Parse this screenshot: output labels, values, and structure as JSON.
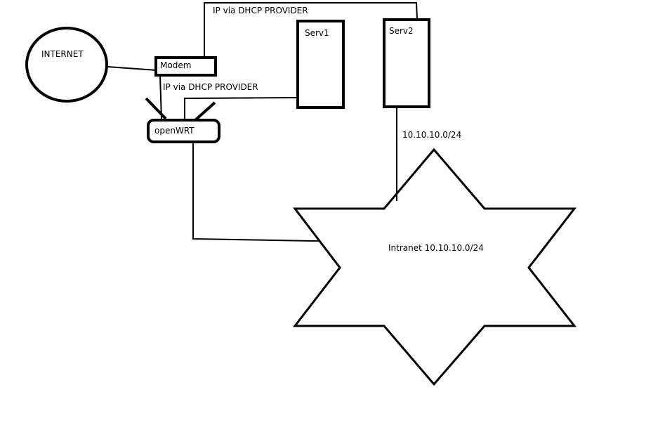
{
  "diagram": {
    "title": "Network topology sketch",
    "nodes": {
      "internet": {
        "label": "INTERNET"
      },
      "modem": {
        "label": "Modem"
      },
      "openwrt": {
        "label": "openWRT"
      },
      "serv1": {
        "label": "Serv1"
      },
      "serv2": {
        "label": "Serv2"
      },
      "intranet": {
        "label": "Intranet 10.10.10.0/24"
      }
    },
    "edges": [
      {
        "from": "internet",
        "to": "modem",
        "label": ""
      },
      {
        "from": "modem",
        "to": "serv2",
        "label": "IP via DHCP PROVIDER"
      },
      {
        "from": "modem",
        "to": "openwrt",
        "label": "IP via DHCP PROVIDER"
      },
      {
        "from": "openwrt",
        "to": "serv1",
        "label": ""
      },
      {
        "from": "openwrt",
        "to": "intranet",
        "label": ""
      },
      {
        "from": "serv2",
        "to": "intranet",
        "label": "10.10.10.0/24"
      }
    ],
    "colors": {
      "stroke": "#000000",
      "background": "#ffffff",
      "text": "#000000"
    }
  }
}
